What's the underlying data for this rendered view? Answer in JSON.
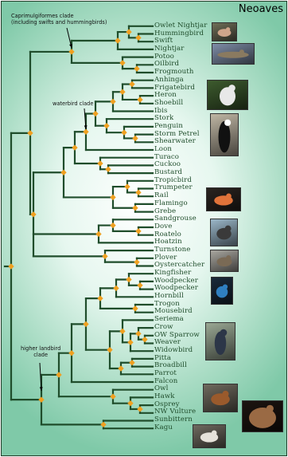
{
  "title": "Neoaves",
  "annotations": {
    "caprimulgiformes": "Caprimulgiformes clade",
    "caprimulgiformes_sub": "(including swifts and hummingbirds)",
    "waterbird": "waterbird clade",
    "landbird_1": "higher landbird",
    "landbird_2": "clade"
  },
  "taxa": [
    "Owlet Nightjar",
    "Hummingbird",
    "Swift",
    "Nightjar",
    "Potoo",
    "Oilbird",
    "Frogmouth",
    "Anhinga",
    "Frigatebird",
    "Heron",
    "Shoebill",
    "Ibis",
    "Stork",
    "Penguin",
    "Storm Petrel",
    "Shearwater",
    "Loon",
    "Turaco",
    "Cuckoo",
    "Bustard",
    "Tropicbird",
    "Trumpeter",
    "Rail",
    "Flamingo",
    "Grebe",
    "Sandgrouse",
    "Dove",
    "Roatelo",
    "Hoatzin",
    "Turnstone",
    "Plover",
    "Oystercatcher",
    "Kingfisher",
    "Woodpecker",
    "Woodpecker",
    "Hornbill",
    "Trogon",
    "Mousebird",
    "Seriema",
    "Crow",
    "OW Sparrow",
    "Weaver",
    "Widowbird",
    "Pitta",
    "Broadbill",
    "Parrot",
    "Falcon",
    "Owl",
    "Hawk",
    "Osprey",
    "NW Vulture",
    "Sunbittern",
    "Kagu"
  ],
  "photos": [
    "hummingbird-photo",
    "nightjar-photo",
    "heron-photo",
    "penguin-photo",
    "flamingo-photo",
    "grebe-photo",
    "plover-photo",
    "kingfisher-photo",
    "crow-photo",
    "falcon-photo",
    "owl-photo",
    "kagu-photo"
  ],
  "colors": {
    "branch": "#1f4d2b",
    "node": "#f0a020",
    "label": "#1f4d2b"
  }
}
